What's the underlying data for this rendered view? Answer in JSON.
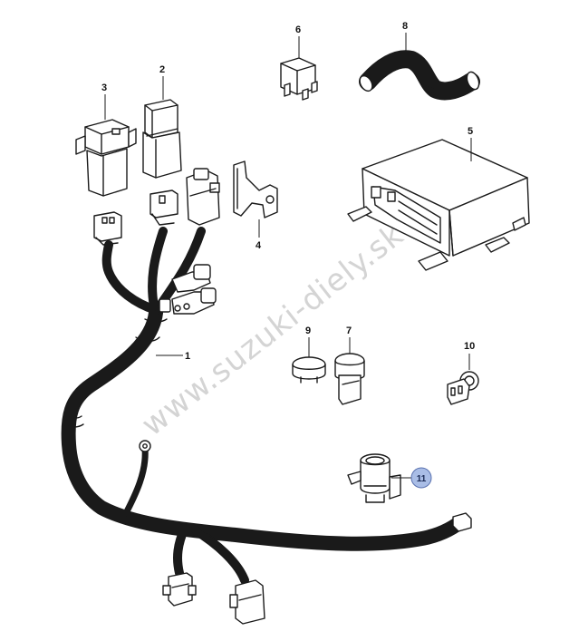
{
  "watermark": "www.suzuki-diely.sk",
  "callouts": {
    "c1": "1",
    "c2": "2",
    "c3": "3",
    "c4": "4",
    "c5": "5",
    "c6": "6",
    "c7": "7",
    "c8": "8",
    "c9": "9",
    "c10": "10",
    "c11": "11"
  },
  "highlighted_callout": "11",
  "colors": {
    "line": "#1a1a1a",
    "highlight_fill": "#a9bde6",
    "highlight_stroke": "#5a72b0",
    "watermark": "#d4d4d4"
  }
}
